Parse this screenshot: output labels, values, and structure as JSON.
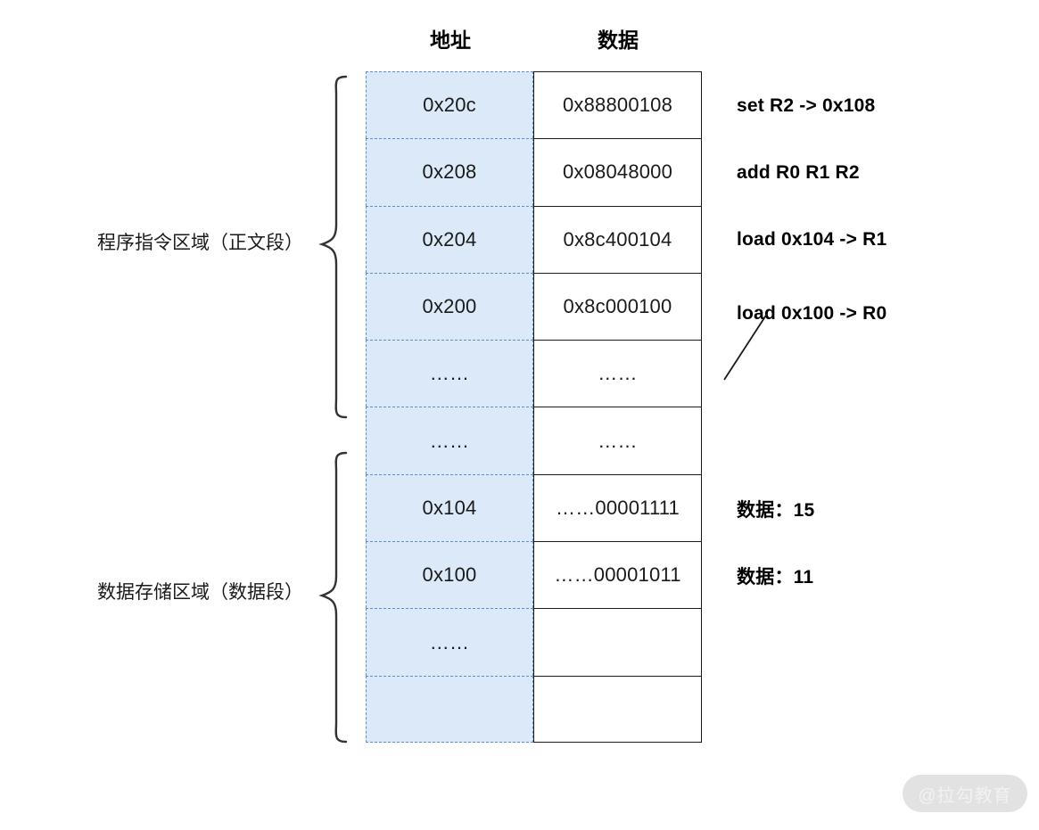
{
  "headers": {
    "address": "地址",
    "data": "数据"
  },
  "rows": [
    {
      "address": "0x20c",
      "data": "0x88800108",
      "annotation": "set R2 -> 0x108"
    },
    {
      "address": "0x208",
      "data": "0x08048000",
      "annotation": "add R0 R1 R2"
    },
    {
      "address": "0x204",
      "data": "0x8c400104",
      "annotation": "load 0x104 -> R1"
    },
    {
      "address": "0x200",
      "data": "0x8c000100",
      "annotation": "load 0x100 -> R0"
    },
    {
      "address": "……",
      "data": "……",
      "annotation": ""
    },
    {
      "address": "……",
      "data": "……",
      "annotation": ""
    },
    {
      "address": "0x104",
      "data": "……00001111",
      "annotation": "数据：15"
    },
    {
      "address": "0x100",
      "data": "……00001011",
      "annotation": "数据：11"
    },
    {
      "address": "……",
      "data": "",
      "annotation": ""
    },
    {
      "address": "",
      "data": "",
      "annotation": ""
    }
  ],
  "regions": [
    {
      "label": "程序指令区域（正文段）"
    },
    {
      "label": "数据存储区域（数据段）"
    }
  ],
  "watermark": "@拉勾教育",
  "colors": {
    "address_fill": "#dce9f8",
    "address_border": "#5b8dd0",
    "data_border": "#1a1a1a",
    "text": "#000000",
    "watermark_pill": "#e2e2e2",
    "watermark_text": "#f2f2f2"
  }
}
